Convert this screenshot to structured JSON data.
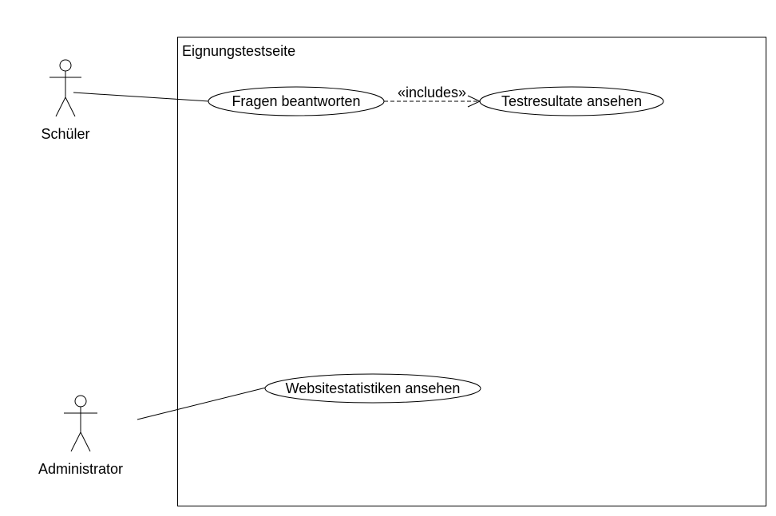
{
  "system_boundary": {
    "title": "Eignungstestseite"
  },
  "actors": {
    "student": {
      "label": "Schüler"
    },
    "admin": {
      "label": "Administrator"
    }
  },
  "use_cases": {
    "answer_questions": {
      "label": "Fragen beantworten"
    },
    "view_results": {
      "label": "Testresultate ansehen"
    },
    "view_statistics": {
      "label": "Websitestatistiken ansehen"
    }
  },
  "relations": {
    "includes": {
      "label": "«includes»"
    }
  },
  "colors": {
    "stroke": "#000000",
    "background": "#ffffff"
  }
}
